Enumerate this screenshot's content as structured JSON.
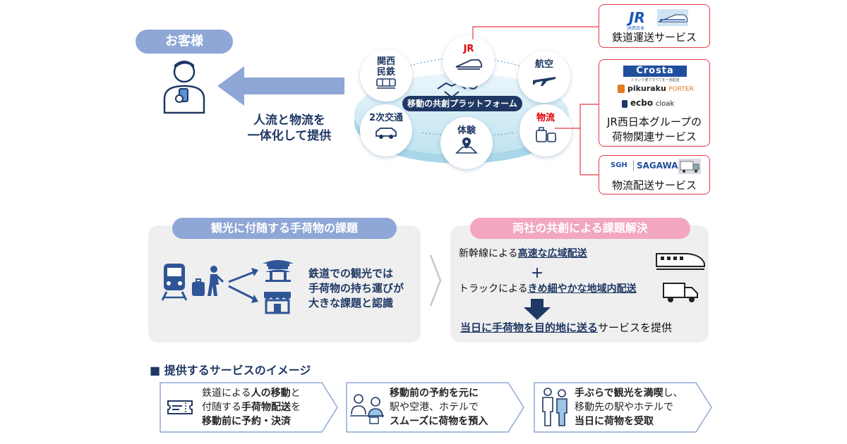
{
  "customer": {
    "label": "お客様",
    "flow_line1": "人流と物流を",
    "flow_line2": "一体化して提供"
  },
  "platform": {
    "center_label": "移動の共創プラットフォーム",
    "nodes": {
      "jr": "JR",
      "kansai_1": "関西",
      "kansai_2": "民鉄",
      "air": "航空",
      "secondary": "2次交通",
      "experience": "体験",
      "logistics": "物流"
    }
  },
  "services": {
    "rail": {
      "logo_jr": "JR",
      "logo_jr_sub": "JR西日本",
      "caption": "鉄道運送サービス"
    },
    "luggage": {
      "logo_crosta": "Crosta",
      "logo_crosta_sub": "トランク便ですべてを一括配送",
      "logo_pikuraku_1": "pikuraku",
      "logo_pikuraku_2": "PORTER",
      "logo_ecbo_1": "ecbo",
      "logo_ecbo_2": "cloak",
      "caption_line1": "JR西日本グループの",
      "caption_line2": "荷物関連サービス"
    },
    "delivery": {
      "logo_sgh": "SGH",
      "logo_sagawa": "SAGAWA",
      "caption": "物流配送サービス"
    }
  },
  "issue": {
    "title": "観光に付随する手荷物の課題",
    "line1": "鉄道での観光では",
    "line2": "手荷物の持ち運びが",
    "line3": "大きな課題と認識"
  },
  "solution": {
    "title": "両社の共創による課題解決",
    "row1_prefix": "新幹線による",
    "row1_bold1": "高速な",
    "row1_bold2": "広域配送",
    "plus": "＋",
    "row2_prefix": "トラックによる",
    "row2_bold": "きめ細やかな地域内配送",
    "result_bold": "当日に手荷物を目的地に送る",
    "result_suffix": "サービスを提供"
  },
  "service_image": {
    "heading": "■ 提供するサービスのイメージ",
    "step1": {
      "l1_a": "鉄道による",
      "l1_b": "人の移動",
      "l1_c": "と",
      "l2_a": "付随する",
      "l2_b": "手荷物配送",
      "l2_c": "を",
      "l3": "移動前に予約・決済"
    },
    "step2": {
      "l1": "移動前の予約を元に",
      "l2": "駅や空港、ホテルで",
      "l3_a": "スムーズに荷物を預入"
    },
    "step3": {
      "l1_a": "手ぶらで",
      "l1_b": "観光を満喫",
      "l1_c": "し、",
      "l2": "移動先の駅やホテルで",
      "l3": "当日に荷物を受取"
    }
  },
  "colors": {
    "navy": "#1f3864",
    "accent_blue": "#8fa7d6",
    "accent_pink": "#f2a7bf",
    "red": "#e63946",
    "icon_blue": "#2f5597"
  }
}
